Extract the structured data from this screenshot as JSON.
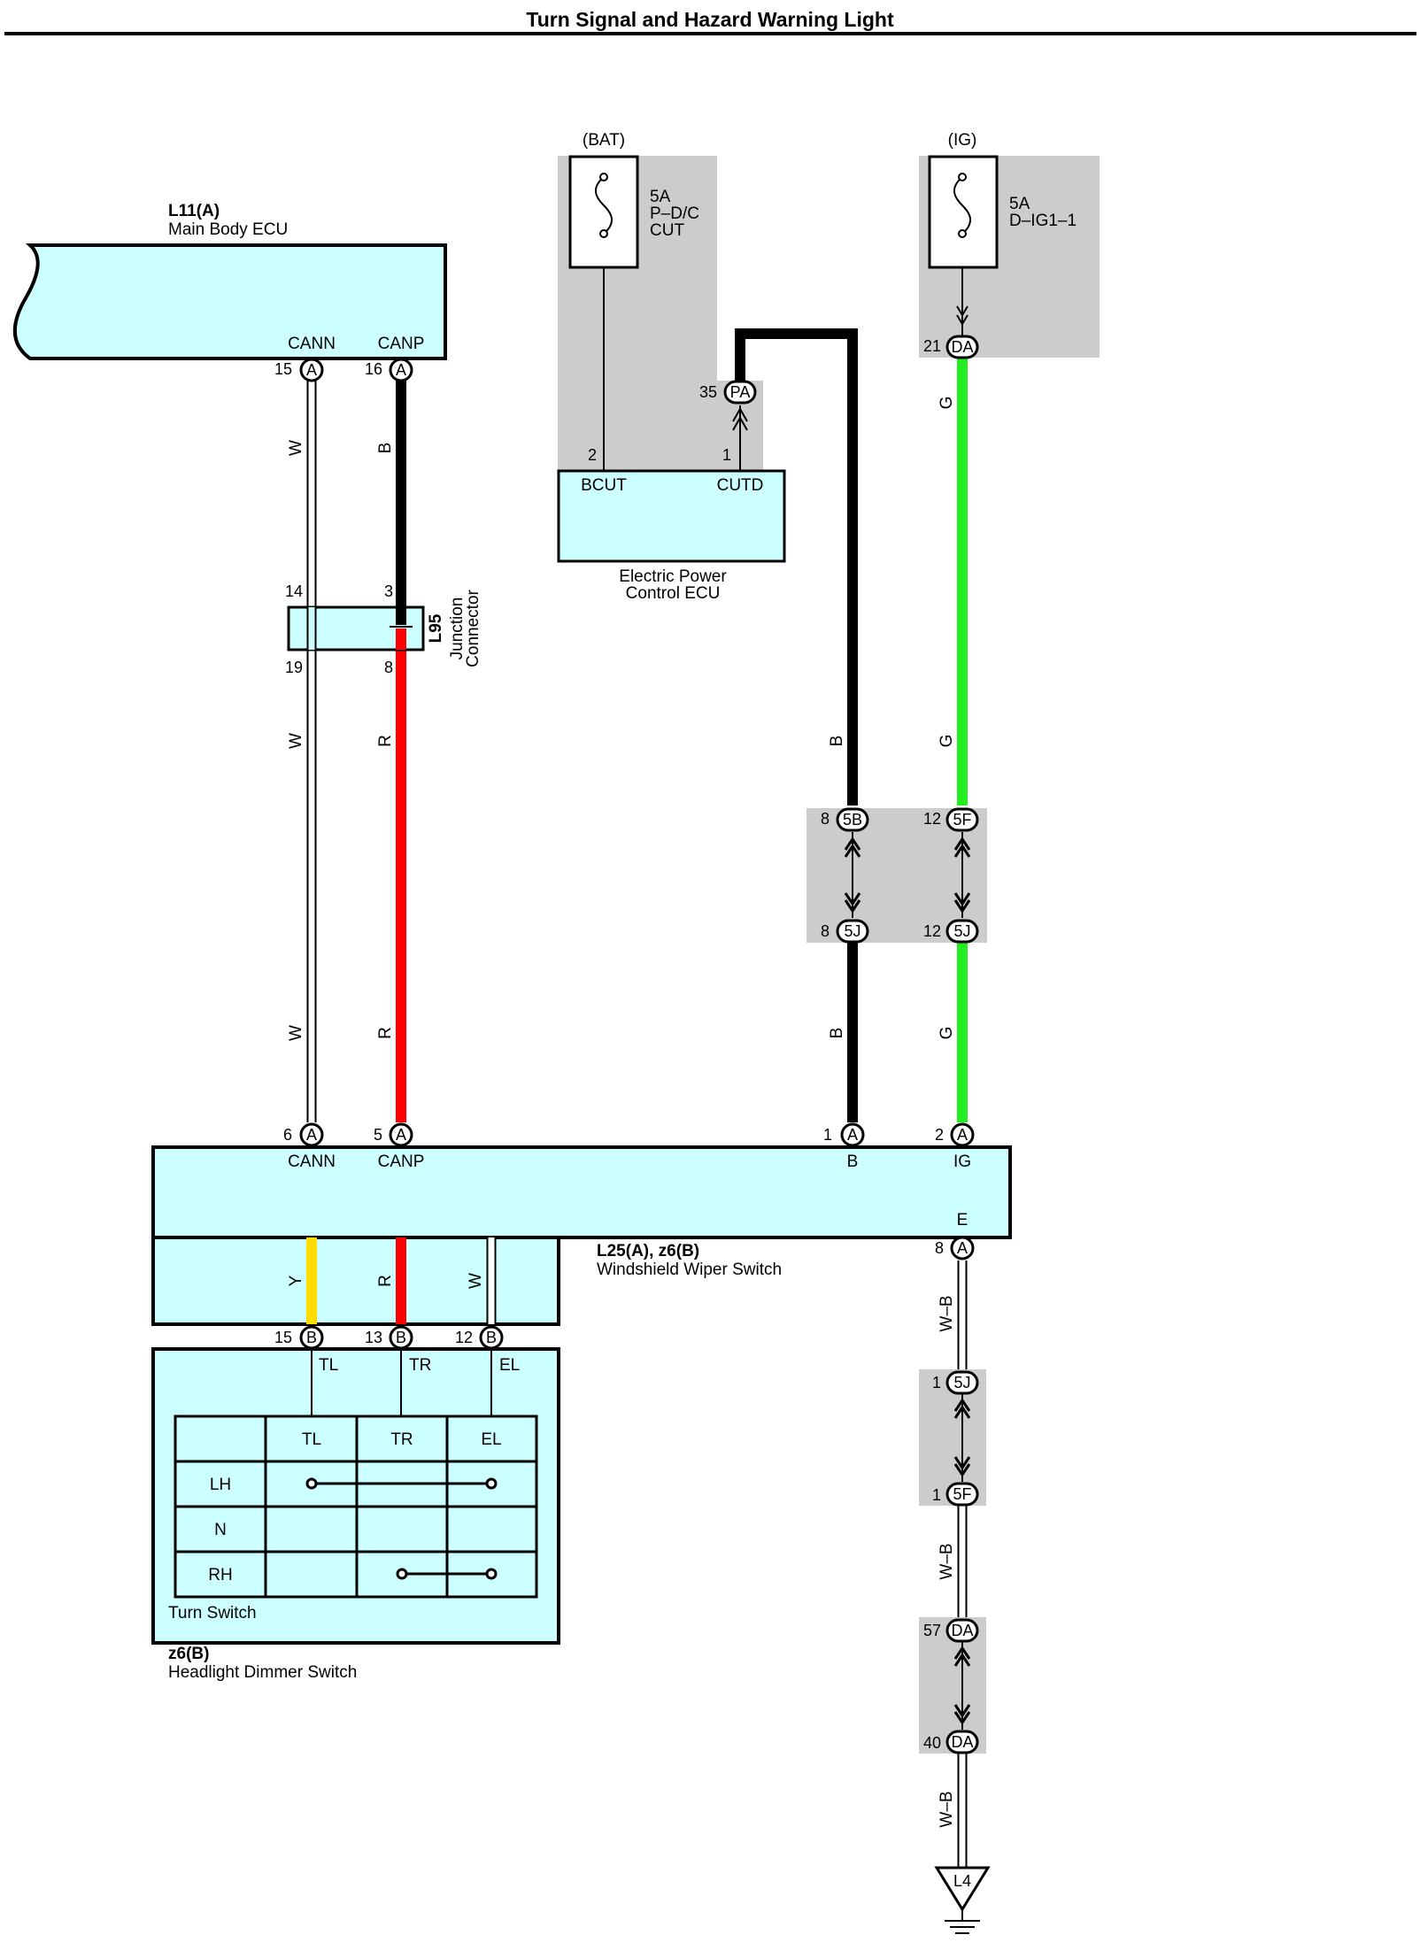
{
  "title": "Turn Signal and Hazard Warning Light",
  "colors": {
    "component_fill": "#ccffff",
    "shade": "#cccccc",
    "wire_B": "#000000",
    "wire_R": "#ff0000",
    "wire_G": "#22ee22",
    "wire_Y": "#ffdd00",
    "wire_W": "#ffffff"
  },
  "components": {
    "main_body_ecu": {
      "code": "L11(A)",
      "name": "Main Body ECU",
      "pin_cann": "CANN",
      "pin_canp": "CANP"
    },
    "junction_connector": {
      "code": "L95",
      "name_line1": "Junction",
      "name_line2": "Connector"
    },
    "bat_fuse": {
      "source": "(BAT)",
      "rating": "5A",
      "name_line1": "P–D/C",
      "name_line2": "CUT"
    },
    "ig_fuse": {
      "source": "(IG)",
      "rating": "5A",
      "name": "D–IG1–1"
    },
    "power_ecu": {
      "name_line1": "Electric Power",
      "name_line2": "Control ECU",
      "pin_bcut": "BCUT",
      "pin_cutd": "CUTD"
    },
    "wiper_switch": {
      "code": "L25(A), z6(B)",
      "name": "Windshield Wiper Switch",
      "pin_cann": "CANN",
      "pin_canp": "CANP",
      "pin_b": "B",
      "pin_ig": "IG",
      "pin_e": "E"
    },
    "turn_switch": {
      "name": "Turn Switch",
      "pin_tl": "TL",
      "pin_tr": "TR",
      "pin_el": "EL"
    },
    "dimmer_switch": {
      "code": "z6(B)",
      "name": "Headlight Dimmer Switch"
    },
    "ground": {
      "code": "L4"
    }
  },
  "pins": {
    "ecu_cann": "15",
    "ecu_canp": "16",
    "jc_in_w": "14",
    "jc_in_b": "3",
    "jc_out_w": "19",
    "jc_out_r": "8",
    "pa_pin": "35",
    "bcut_pin": "2",
    "cutd_pin": "1",
    "ig_fuse_pin": "21",
    "conn_5b": "8",
    "conn_5f_top": "12",
    "conn_5j_b": "8",
    "conn_5j_g": "12",
    "sw_cann": "6",
    "sw_canp": "5",
    "sw_b": "1",
    "sw_ig": "2",
    "sw_e": "8",
    "b15": "15",
    "b13": "13",
    "b12": "12",
    "gnd_5j": "1",
    "gnd_5f": "1",
    "gnd_da57": "57",
    "gnd_da40": "40"
  },
  "connectors": {
    "A": "A",
    "B": "B",
    "DA": "DA",
    "PA": "PA",
    "5B": "5B",
    "5F": "5F",
    "5J": "5J"
  },
  "wire_labels": {
    "w": "W",
    "b": "B",
    "r": "R",
    "g": "G",
    "y": "Y",
    "wb": "W–B"
  },
  "switch_table": {
    "columns": [
      "TL",
      "TR",
      "EL"
    ],
    "rows": [
      "LH",
      "N",
      "RH"
    ],
    "connections": [
      {
        "row": "LH",
        "from": "TL",
        "to": "EL"
      },
      {
        "row": "RH",
        "from": "TR",
        "to": "EL"
      }
    ]
  }
}
